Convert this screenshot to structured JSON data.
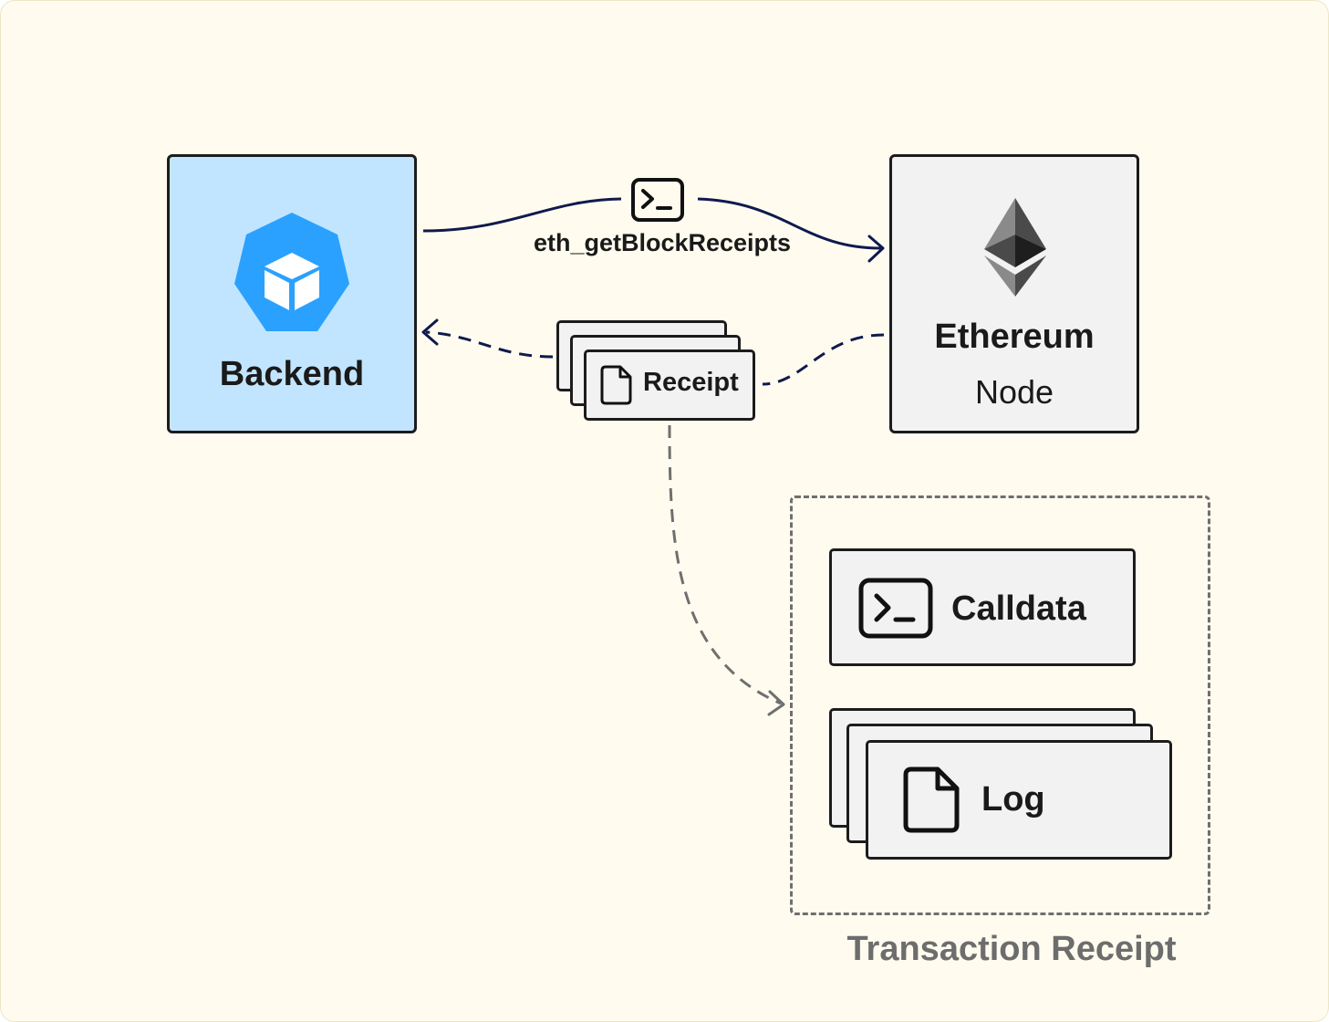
{
  "nodes": {
    "backend": {
      "label": "Backend",
      "icon": "hexagon-cube-icon"
    },
    "ethereum": {
      "title": "Ethereum",
      "subtitle": "Node",
      "icon": "ethereum-logo-icon"
    }
  },
  "request": {
    "method": "eth_getBlockReceipts",
    "icon": "terminal-icon"
  },
  "response": {
    "label": "Receipt",
    "icon": "file-icon"
  },
  "receipt_group": {
    "title": "Transaction Receipt",
    "items": [
      {
        "label": "Calldata",
        "icon": "terminal-icon"
      },
      {
        "label": "Log",
        "icon": "file-icon"
      }
    ]
  },
  "colors": {
    "background": "#fffcef",
    "backend_fill": "#c2e5ff",
    "backend_icon": "#2aa1ff",
    "node_fill": "#f2f2f2",
    "request_line": "#0f1a4d",
    "group_border": "#6f6f6f"
  }
}
